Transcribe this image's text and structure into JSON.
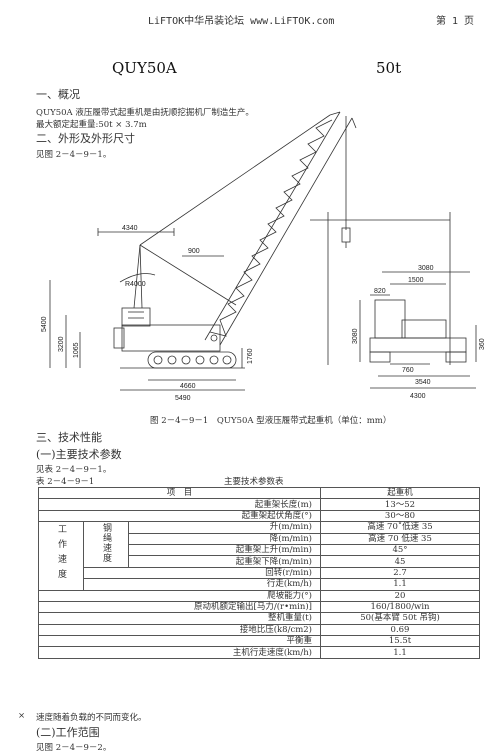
{
  "header": {
    "site": "LiFTOK中华吊装论坛 www.LiFTOK.com",
    "page": "第 1 页"
  },
  "title": {
    "model": "QUY50A",
    "capacity": "50t"
  },
  "sections": {
    "s1": "一、概况",
    "s1_line1": "QUY50A 液压履带式起重机是由抚顺挖掘机厂制造生产。",
    "s1_line2": "最大额定起重量:50t × 3.7m",
    "s2": "二、外形及外形尺寸",
    "s2_line1": "见图 2－4－9－1。",
    "s3": "三、技术性能",
    "s3_sub1": "(一)主要技术参数",
    "s3_line1": "见表 2－4－9－1。",
    "table_no": "表 2－4－9－1",
    "table_title": "主要技术参数表",
    "s3_sub2": "(二)工作范围",
    "s3_line2": "见图 2－4－9－2。"
  },
  "figure": {
    "caption": "图 2－4－9－1　QUY50A 型液压履带式起重机（单位：mm）",
    "dims": {
      "d4340": "4340",
      "d900": "900",
      "r4000": "R4000",
      "d5400": "5400",
      "d3200": "3200",
      "d1065": "1065",
      "d1760": "1760",
      "d4660": "4660",
      "d5490": "5490",
      "d3080": "3080",
      "d1500": "1500",
      "d820": "820",
      "d3080b": "3080",
      "d360": "360",
      "d760": "760",
      "d3540": "3540",
      "d4300": "4300"
    }
  },
  "table": {
    "head": {
      "item": "项　目",
      "value": "起重机"
    },
    "rows": {
      "boom_length": {
        "label": "起重架长度(m)",
        "value": "13～52"
      },
      "boom_angle": {
        "label": "起重架起伏角度(°)",
        "value": "30～80"
      },
      "hoist_up": {
        "label": "升(m/min)",
        "value": "高速 70˚低速 35"
      },
      "hoist_down": {
        "label": "降(m/min)",
        "value": "高速 70 低速 35"
      },
      "boom_up": {
        "label": "起重架上升(m/min)",
        "value": "45°"
      },
      "boom_down": {
        "label": "起重架下降(m/min)",
        "value": "45"
      },
      "slew": {
        "label": "回转(r/min)",
        "value": "2.7"
      },
      "travel": {
        "label": "行走(km/h)",
        "value": "1.1"
      },
      "climb": {
        "label": "爬坡能力(°)",
        "value": "20"
      },
      "engine": {
        "label": "原动机额定输出[马力/(r•min)]",
        "value": "160/1800/win"
      },
      "weight": {
        "label": "整机重量(t)",
        "value": "50(基本臂 50t 吊钩)"
      },
      "ground_pressure": {
        "label": "接地比压(k8/cm2)",
        "value": "0.69"
      },
      "counterweight": {
        "label": "平衡重",
        "value": "15.5t"
      },
      "main_travel": {
        "label": "主机行走速度(km/h)",
        "value": "1.1"
      }
    },
    "group_work": "工作速度",
    "group_rope": "钢绳速度"
  },
  "footnote": {
    "star": "×",
    "text": "速度随着负载的不同而变化。"
  }
}
